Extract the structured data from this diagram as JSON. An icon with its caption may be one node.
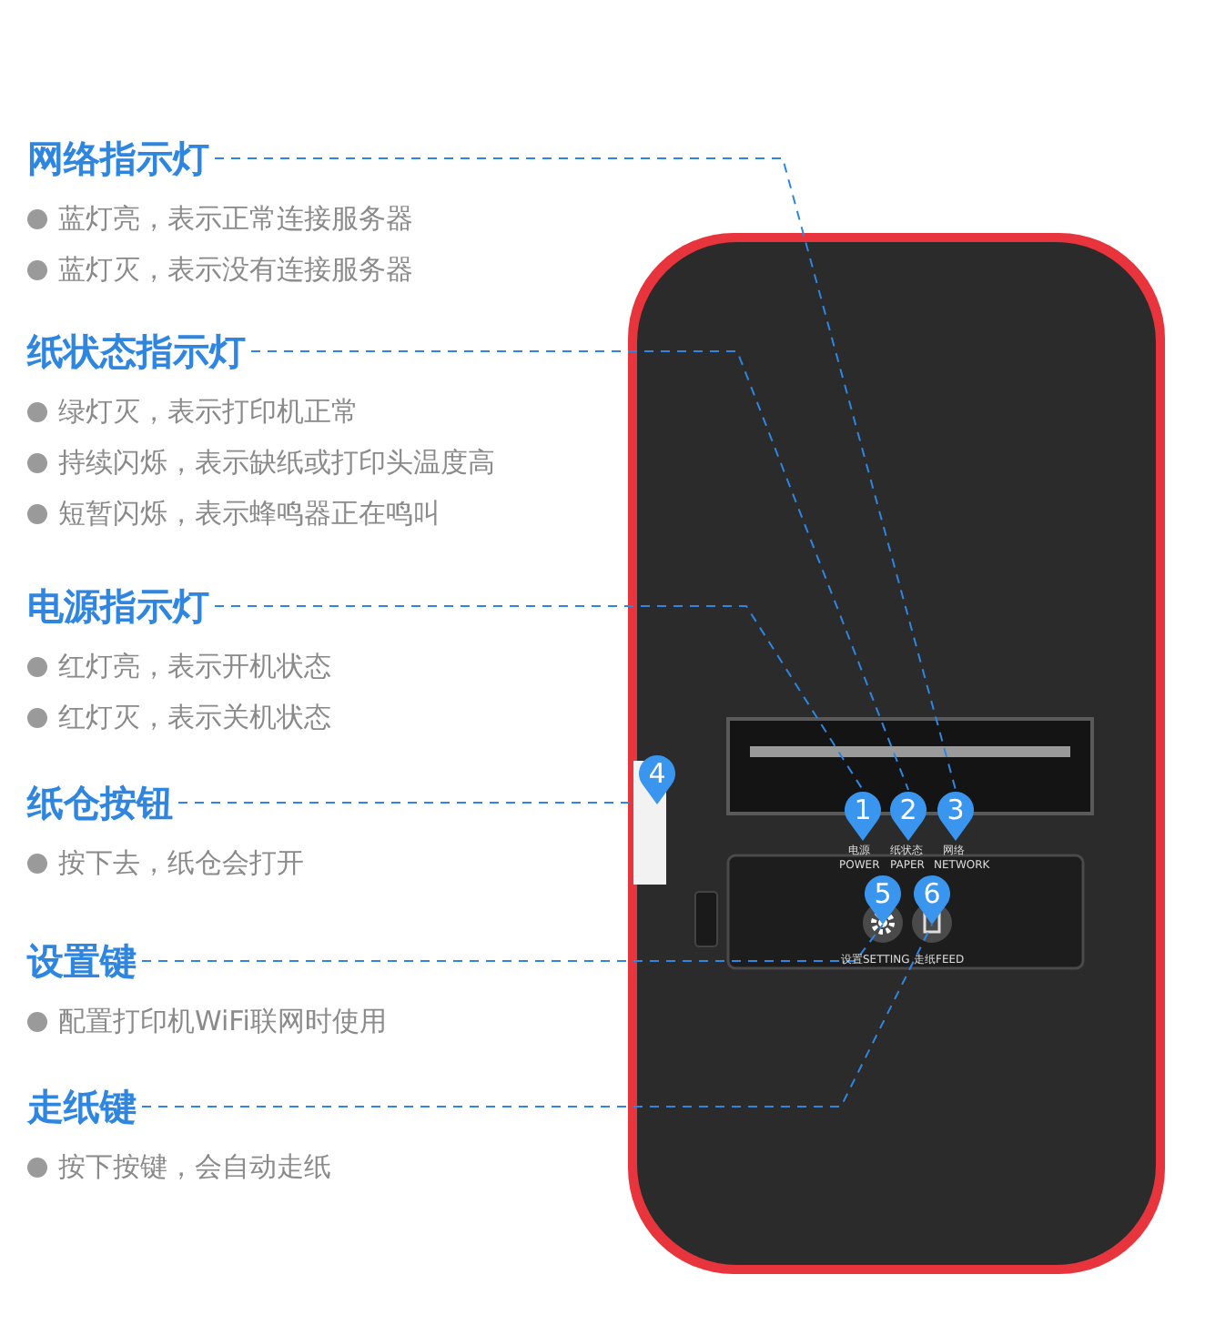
{
  "diagram": {
    "nodes": [
      {
        "text": [
          "网络指示灯",
          "蓝灯亮，表示正常连接服务器",
          "蓝灯灭，表示没有连接服务器"
        ]
      },
      {
        "text": [
          "纸状态指示灯",
          "绿灯灭，表示打印机正常",
          "持续闪烁，表示缺纸或打印头温度高",
          "短暂闪烁，表示蜂鸣器正在鸣叫"
        ]
      },
      {
        "text": [
          "电源指示灯",
          "红灯亮，表示开机状态",
          "红灯灭，表示关机状态"
        ]
      },
      {
        "text": [
          "纸仓按钮",
          "按下去，纸仓会打开"
        ]
      },
      {
        "text": [
          "设置键",
          "配置打印机WiFi联网时使用"
        ]
      },
      {
        "text": [
          "走纸键",
          "按下按键，会自动走纸"
        ]
      },
      {
        "text": [
          "1"
        ]
      },
      {
        "text": [
          "2"
        ]
      },
      {
        "text": [
          "3"
        ]
      },
      {
        "text": [
          "4"
        ]
      },
      {
        "text": [
          "5"
        ]
      },
      {
        "text": [
          "6"
        ]
      }
    ],
    "edges": [
      {
        "from": 0,
        "to": 8,
        "arrow": "none",
        "style": "dashed"
      },
      {
        "from": 1,
        "to": 7,
        "arrow": "none",
        "style": "dashed"
      },
      {
        "from": 2,
        "to": 6,
        "arrow": "none",
        "style": "dashed"
      },
      {
        "from": 3,
        "to": 9,
        "arrow": "none",
        "style": "dashed"
      },
      {
        "from": 4,
        "to": 10,
        "arrow": "none",
        "style": "dashed"
      },
      {
        "from": 5,
        "to": 11,
        "arrow": "none",
        "style": "dashed"
      }
    ],
    "labels": [
      "电源",
      "纸状态",
      "网络",
      "POWER",
      "PAPER",
      "NETWORK",
      "设置SETTING",
      "走纸FEED"
    ]
  }
}
